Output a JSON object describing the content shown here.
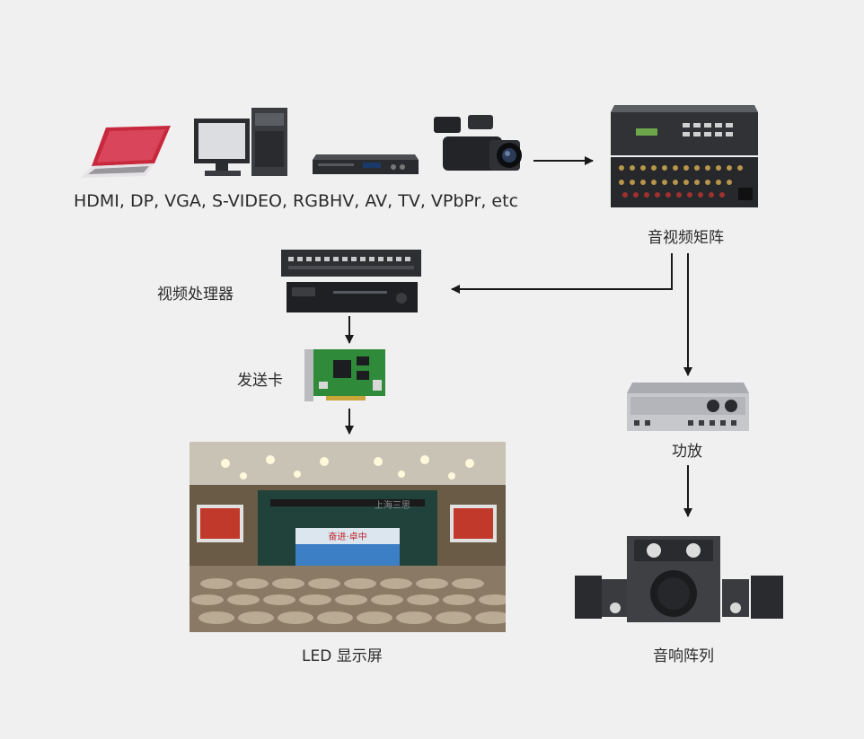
{
  "labels": {
    "sources": "HDMI, DP, VGA, S-VIDEO, RGBHV, AV, TV, VPbPr, etc",
    "matrix": "音视频矩阵",
    "processor": "视频处理器",
    "sender_card": "发送卡",
    "led_screen": "LED 显示屏",
    "amplifier": "功放",
    "speakers": "音响阵列"
  },
  "screen_text": {
    "banner": "奋进·卓中",
    "watermark": "上海三思"
  },
  "colors": {
    "background": "#f1f0f1",
    "arrow": "#1a1a1a",
    "laptop": "#c8283c",
    "device_dark": "#2b2d31",
    "pcb_green": "#2f8a3a"
  }
}
